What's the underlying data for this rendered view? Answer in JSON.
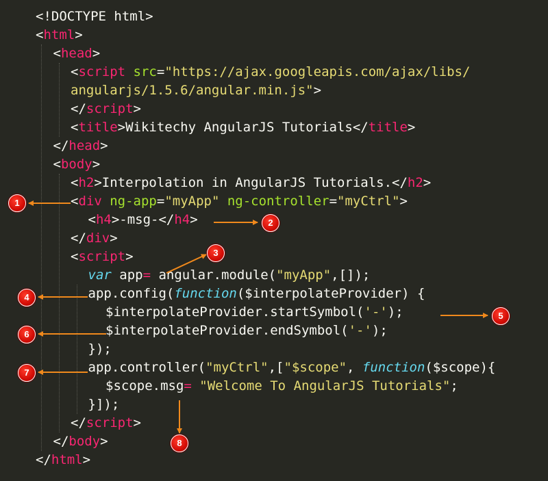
{
  "colors": {
    "background": "#272822",
    "tag": "#f92672",
    "attribute": "#a6e22e",
    "string": "#e6db74",
    "keyword": "#66d9ef",
    "plain": "#f8f8f2",
    "arrow": "#f0891c",
    "badge": "#e0150c"
  },
  "code": {
    "lines": [
      [
        [
          "p",
          "<!DOCTYPE html>"
        ]
      ],
      [
        [
          "p",
          "<"
        ],
        [
          "t",
          "html"
        ],
        [
          "p",
          ">"
        ]
      ],
      [
        [
          "p",
          "<"
        ],
        [
          "t",
          "head"
        ],
        [
          "p",
          ">"
        ]
      ],
      [
        [
          "p",
          "<"
        ],
        [
          "t",
          "script"
        ],
        [
          "p",
          " "
        ],
        [
          "a",
          "src"
        ],
        [
          "p",
          "="
        ],
        [
          "s",
          "\"https://ajax.googleapis.com/ajax/libs/"
        ]
      ],
      [
        [
          "s",
          "angularjs/1.5.6/angular.min.js\""
        ],
        [
          "p",
          ">"
        ]
      ],
      [
        [
          "p",
          "</"
        ],
        [
          "t",
          "script"
        ],
        [
          "p",
          ">"
        ]
      ],
      [
        [
          "p",
          "<"
        ],
        [
          "t",
          "title"
        ],
        [
          "p",
          ">Wikitechy AngularJS Tutorials</"
        ],
        [
          "t",
          "title"
        ],
        [
          "p",
          ">"
        ]
      ],
      [
        [
          "p",
          "</"
        ],
        [
          "t",
          "head"
        ],
        [
          "p",
          ">"
        ]
      ],
      [
        [
          "p",
          "<"
        ],
        [
          "t",
          "body"
        ],
        [
          "p",
          ">"
        ]
      ],
      [
        [
          "p",
          "<"
        ],
        [
          "t",
          "h2"
        ],
        [
          "p",
          ">Interpolation in AngularJS Tutorials.</"
        ],
        [
          "t",
          "h2"
        ],
        [
          "p",
          ">"
        ]
      ],
      [
        [
          "p",
          "<"
        ],
        [
          "t",
          "div"
        ],
        [
          "p",
          " "
        ],
        [
          "a",
          "ng-app"
        ],
        [
          "p",
          "="
        ],
        [
          "s",
          "\"myApp\""
        ],
        [
          "p",
          " "
        ],
        [
          "a",
          "ng-controller"
        ],
        [
          "p",
          "="
        ],
        [
          "s",
          "\"myCtrl\""
        ],
        [
          "p",
          ">"
        ]
      ],
      [
        [
          "p",
          "<"
        ],
        [
          "t",
          "h4"
        ],
        [
          "p",
          ">-msg-</"
        ],
        [
          "t",
          "h4"
        ],
        [
          "p",
          ">"
        ]
      ],
      [
        [
          "p",
          "</"
        ],
        [
          "t",
          "div"
        ],
        [
          "p",
          ">"
        ]
      ],
      [
        [
          "p",
          "<"
        ],
        [
          "t",
          "script"
        ],
        [
          "p",
          ">"
        ]
      ],
      [
        [
          "k",
          "var"
        ],
        [
          "p",
          " app"
        ],
        [
          "t",
          "="
        ],
        [
          "p",
          " angular.module("
        ],
        [
          "s",
          "\"myApp\""
        ],
        [
          "p",
          ",[]);"
        ]
      ],
      [
        [
          "p",
          "app.config("
        ],
        [
          "k",
          "function"
        ],
        [
          "p",
          "($interpolateProvider) {"
        ]
      ],
      [
        [
          "p",
          "$interpolateProvider.startSymbol("
        ],
        [
          "s",
          "'-'"
        ],
        [
          "p",
          ");"
        ]
      ],
      [
        [
          "p",
          "$interpolateProvider.endSymbol("
        ],
        [
          "s",
          "'-'"
        ],
        [
          "p",
          ");"
        ]
      ],
      [
        [
          "p",
          "});"
        ]
      ],
      [
        [
          "p",
          "app.controller("
        ],
        [
          "s",
          "\"myCtrl\""
        ],
        [
          "p",
          ",["
        ],
        [
          "s",
          "\"$scope\""
        ],
        [
          "p",
          ", "
        ],
        [
          "k",
          "function"
        ],
        [
          "p",
          "($scope){"
        ]
      ],
      [
        [
          "p",
          "$scope.msg"
        ],
        [
          "t",
          "="
        ],
        [
          "p",
          " "
        ],
        [
          "s",
          "\"Welcome To AngularJS Tutorials\""
        ],
        [
          "p",
          ";"
        ]
      ],
      [
        [
          "p",
          "}]);"
        ]
      ],
      [
        [
          "p",
          "</"
        ],
        [
          "t",
          "script"
        ],
        [
          "p",
          ">"
        ]
      ],
      [
        [
          "p",
          "</"
        ],
        [
          "t",
          "body"
        ],
        [
          "p",
          ">"
        ]
      ],
      [
        [
          "p",
          "</"
        ],
        [
          "t",
          "html"
        ],
        [
          "p",
          ">"
        ]
      ]
    ]
  },
  "annotations": [
    "1",
    "2",
    "3",
    "4",
    "5",
    "6",
    "7",
    "8"
  ]
}
